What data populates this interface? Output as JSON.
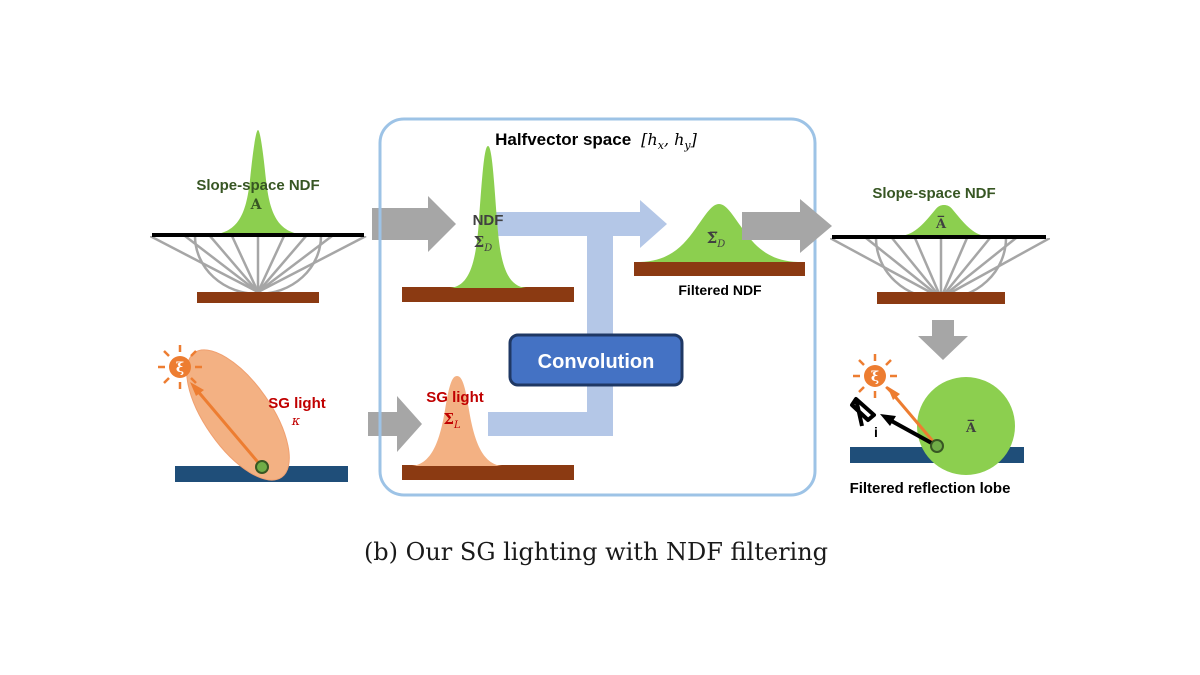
{
  "colors": {
    "ndf_green": "#8ccf4f",
    "light_orange": "#f3b183",
    "floor_brown": "#8b3a12",
    "surface_blue": "#1f4e79",
    "arrow_gray": "#a6a6a6",
    "path_blue": "#b4c7e7",
    "box_border": "#9dc3e6",
    "conv_fill": "#4472c4",
    "conv_border": "#1f3864",
    "sun_orange": "#ed7d31",
    "dark_green_text": "#375623",
    "dark_red_text": "#c00000"
  },
  "panel": {
    "title": "Halfvector space",
    "title_math": "[h",
    "title_math_x": "x",
    "title_math_comma": ", h",
    "title_math_y": "y",
    "title_math_end": "]"
  },
  "left": {
    "ndf_label": "Slope-space NDF",
    "ndf_symbol": "A",
    "light_label": "SG light",
    "light_symbol": "κ",
    "sun_symbol": "ξ"
  },
  "middle": {
    "ndf_label": "NDF",
    "ndf_sigma": "Σ",
    "ndf_sub": "D",
    "light_label": "SG light",
    "light_sigma": "Σ",
    "light_sub": "L",
    "convolution_label": "Convolution",
    "filtered_sigma": "Σ̅",
    "filtered_sub": "D",
    "filtered_label": "Filtered NDF"
  },
  "right": {
    "ndf_label": "Slope-space NDF",
    "ndf_symbol": "A̅",
    "lobe_symbol": "A̅",
    "view_symbol": "i",
    "sun_symbol": "ξ",
    "lobe_label": "Filtered reflection lobe"
  },
  "caption": "(b) Our SG lighting with NDF filtering"
}
